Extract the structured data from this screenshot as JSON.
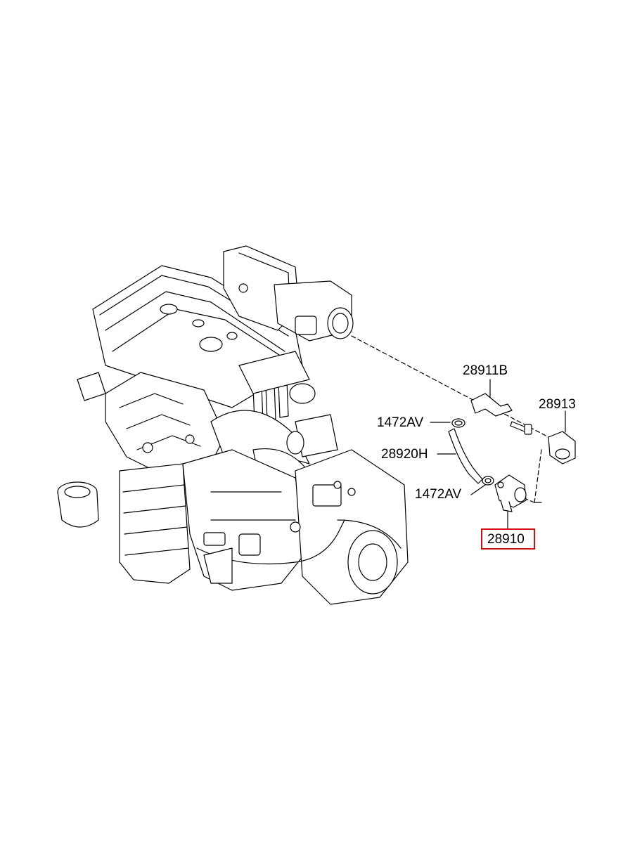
{
  "diagram": {
    "part_labels": {
      "p28911B": "28911B",
      "p28913": "28913",
      "p1472AV_top": "1472AV",
      "p28920H": "28920H",
      "p1472AV_bottom": "1472AV",
      "p28910": "28910"
    },
    "highlighted_part": "28910",
    "highlight_color": "#d01010",
    "line_color": "#000000",
    "background": "#ffffff"
  }
}
